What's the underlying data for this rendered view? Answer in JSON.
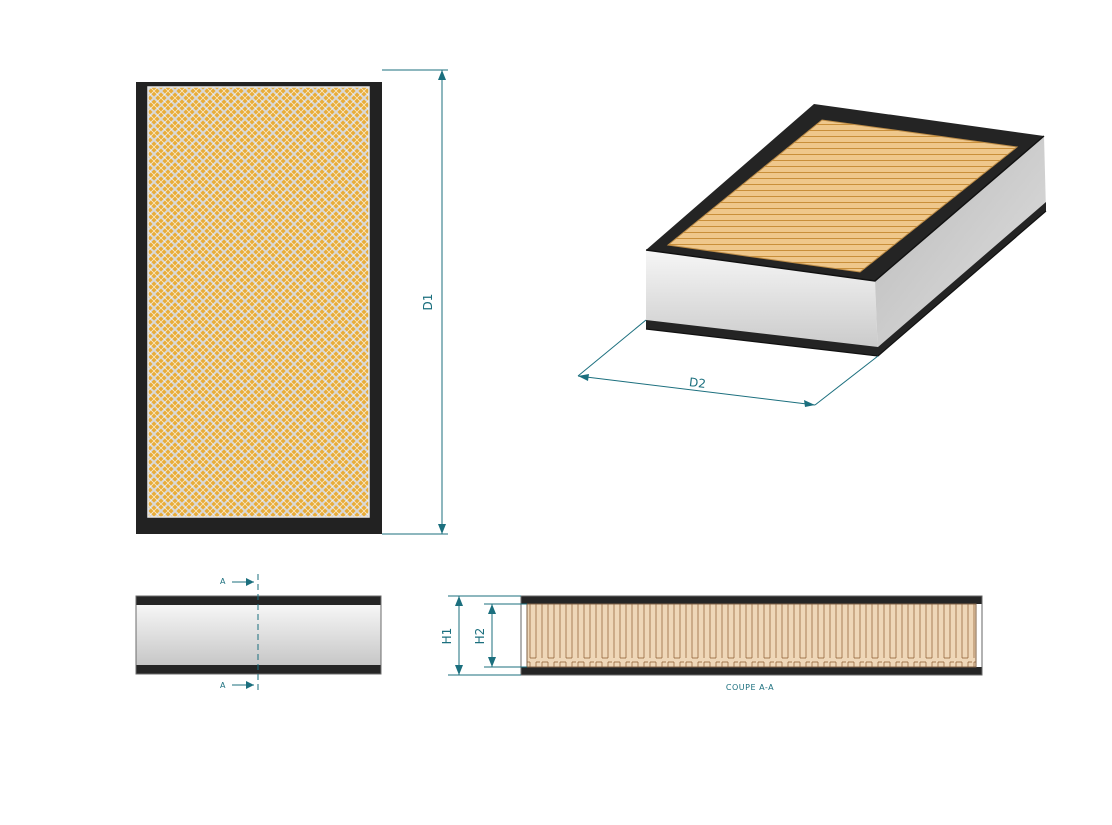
{
  "colors": {
    "frame": "#2a2a2a",
    "media": "#e8ad3a",
    "media_light": "#efc78b",
    "mesh": "#d6d6d6",
    "side": "#cfcfcf",
    "dimension": "#1b6f7e"
  },
  "dimensions": {
    "d1": "D1",
    "d2": "D2",
    "h1": "H1",
    "h2": "H2"
  },
  "section": {
    "marker_top": "A",
    "marker_bottom": "A",
    "caption": "COUPE A-A"
  }
}
